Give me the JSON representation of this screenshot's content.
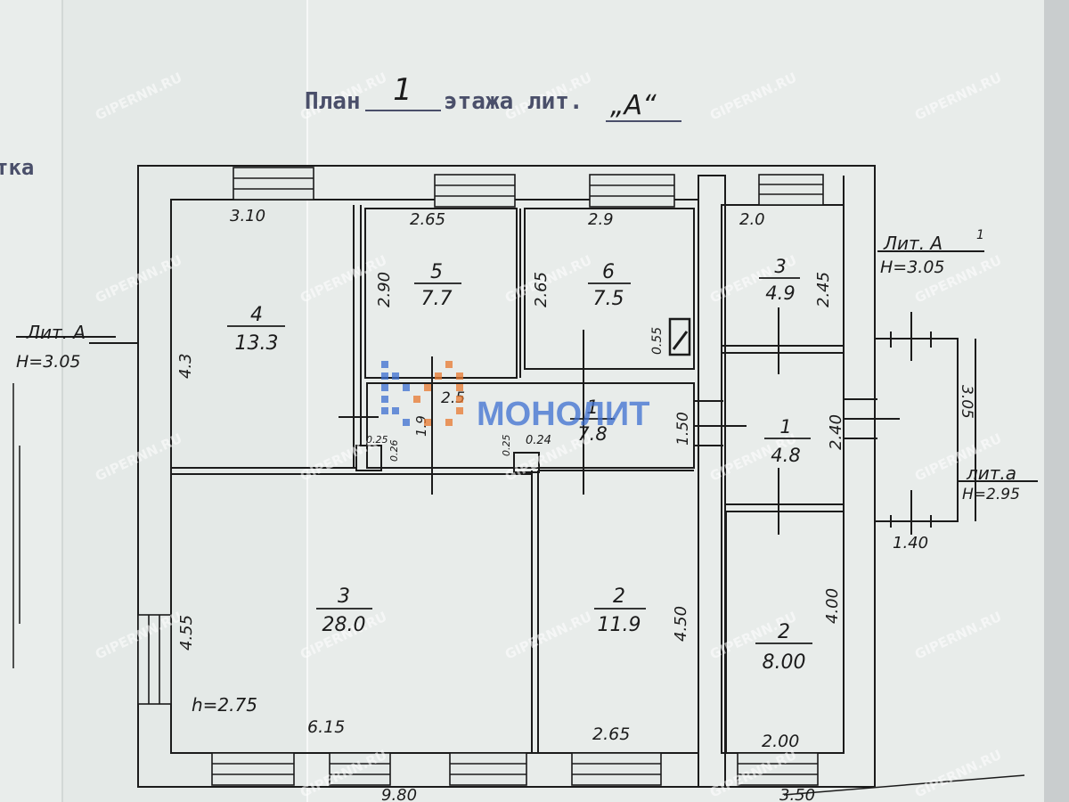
{
  "title": {
    "word1": "План",
    "floor": "1",
    "word2": "этажа лит.",
    "liter": "„A“"
  },
  "side_fragment": "тка",
  "labels": {
    "lit_a_left": "Лит. A",
    "lit_a_left_h": "H=3.05",
    "lit_a1": "Лит. A",
    "lit_a1_sup": "1",
    "lit_a1_h": "H=3.05",
    "lit_a_small": "лит.a",
    "lit_a_small_h": "H=2.95"
  },
  "rooms": [
    {
      "id": "room-4",
      "number": "4",
      "area": "13.3"
    },
    {
      "id": "room-5",
      "number": "5",
      "area": "7.7"
    },
    {
      "id": "room-6",
      "number": "6",
      "area": "7.5"
    },
    {
      "id": "room-3-right",
      "number": "3",
      "area": "4.9"
    },
    {
      "id": "room-1-corridor",
      "number": "1",
      "area": "7.8"
    },
    {
      "id": "room-1-right",
      "number": "1",
      "area": "4.8"
    },
    {
      "id": "room-3-large",
      "number": "3",
      "area": "28.0"
    },
    {
      "id": "room-2-mid",
      "number": "2",
      "area": "11.9"
    },
    {
      "id": "room-2-right",
      "number": "2",
      "area": "8.00"
    }
  ],
  "dimensions": {
    "d_310": "3.10",
    "d_265_top": "2.65",
    "d_29": "2.9",
    "d_20_top": "2.0",
    "d_245": "2.45",
    "d_43": "4.3",
    "d_290": "2.90",
    "d_265_v": "2.65",
    "d_055": "0.55",
    "d_25": "2.5",
    "d_19": "1.9",
    "d_150": "1.50",
    "d_240": "2.40",
    "d_305": "3.05",
    "d_140": "1.40",
    "d_025a": "0.25",
    "d_026": "0.26",
    "d_025b": "0.25",
    "d_024": "0.24",
    "d_455": "4.55",
    "d_450": "4.50",
    "d_400": "4.00",
    "d_615": "6.15",
    "d_265_bottom": "2.65",
    "d_200": "2.00",
    "h_275": "h=2.75",
    "d_980": "9.80",
    "d_350": "3.50"
  },
  "watermark": "GIPERNN.RU",
  "logo_text": "МОНОЛИТ",
  "colors": {
    "paper": "#e7ecea",
    "ink": "#1b1b1b",
    "stamp_ink": "#4a4f6a",
    "logo_blue": "#3d6fd1",
    "logo_orange": "#e9792f"
  }
}
